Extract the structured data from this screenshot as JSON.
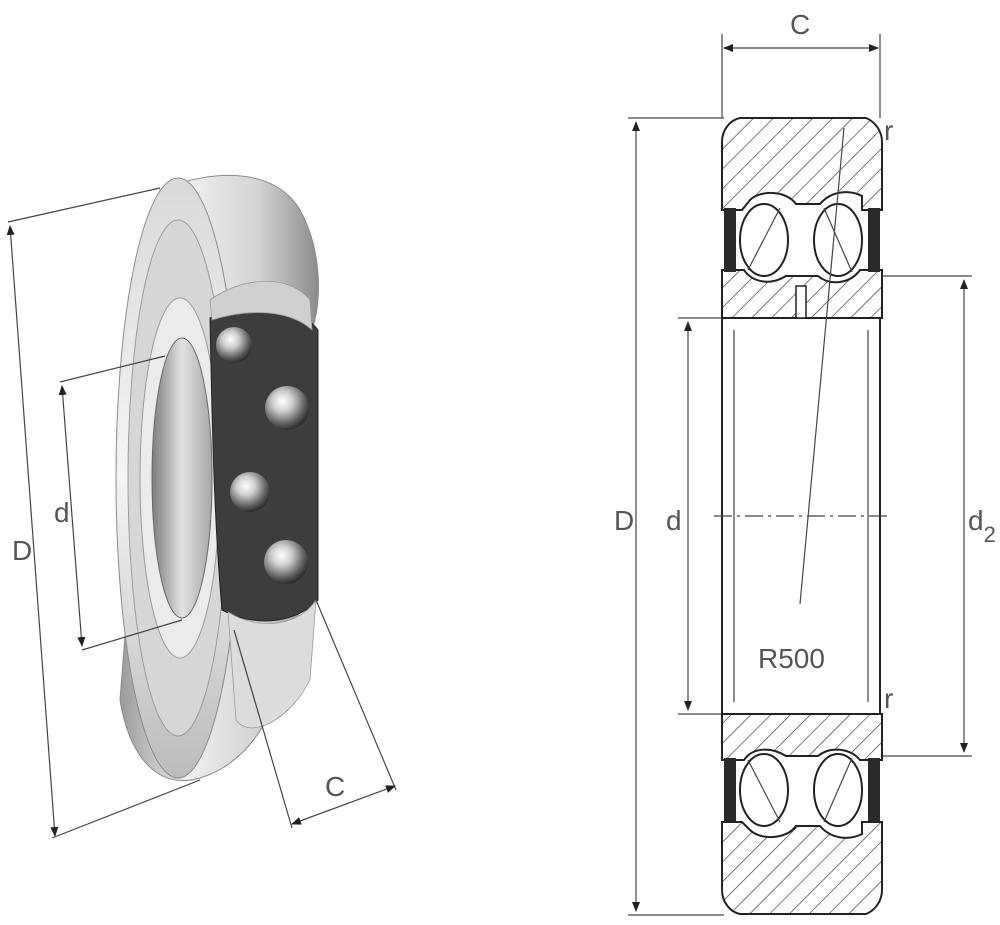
{
  "figure": {
    "iso_view": {
      "labels": {
        "outer_diameter": "D",
        "bore_diameter": "d",
        "width": "C"
      }
    },
    "section_view": {
      "labels": {
        "width": "C",
        "outer_diameter": "D",
        "bore_diameter": "d",
        "inner_ring_diameter_main": "d",
        "inner_ring_diameter_sub": "2",
        "chamfer_top": "r",
        "chamfer_bottom": "r",
        "crown_radius": "R500"
      }
    }
  },
  "colors": {
    "line": "#222222",
    "dimension": "#555555",
    "steel_light": "#e6e6e6",
    "steel_mid": "#bdbdbd",
    "steel_dark": "#5a5a5a"
  }
}
